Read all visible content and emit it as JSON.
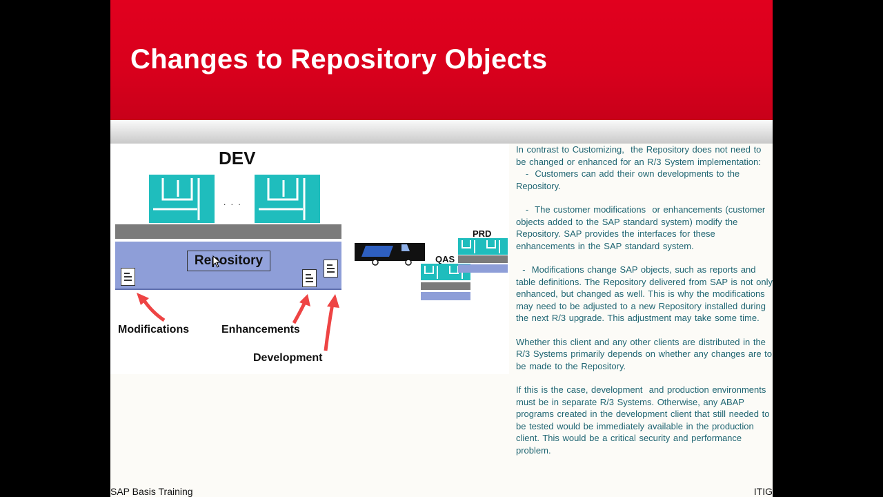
{
  "slide": {
    "title": "Changes to Repository Objects",
    "diagram": {
      "dev_label": "DEV",
      "ellipsis": ". . .",
      "repository_label": "Repository",
      "labels": {
        "modifications": "Modifications",
        "enhancements": "Enhancements",
        "development": "Development"
      },
      "systems": {
        "qas": "QAS",
        "prd": "PRD"
      }
    },
    "paragraphs": [
      "In contrast to Customizing,  the Repository does not need to be changed or enhanced for an R/3 System implementation:",
      "   -  Customers can add their own developments to the Repository.",
      "   -  The customer modifications  or enhancements (customer objects added to the SAP standard system) modify the Repository. SAP provides the interfaces for these enhancements in the SAP standard system.",
      "  -  Modifications change SAP objects, such as reports and table definitions. The Repository delivered from SAP is not only enhanced, but changed as well. This is why the modifications may need to be adjusted to a new Repository installed during the next R/3 upgrade. This adjustment may take some time.",
      "Whether this client and any other clients are distributed in the R/3 Systems primarily depends on whether any changes are to be made to the Repository.",
      "If this is the case, development  and production environments must be in separate R/3 Systems. Otherwise, any ABAP programs created in the development client that still needed to be tested would be immediately available in the production client. This would be a critical security and performance problem."
    ],
    "footer": {
      "left": "SAP Basis Training",
      "right": "ITIG"
    }
  },
  "colors": {
    "header_red": "#d8001c",
    "client_teal": "#1fbdbd",
    "repository_blue": "#8e9ed8",
    "arrow_red": "#ee4444",
    "text_teal": "#1f6572"
  }
}
